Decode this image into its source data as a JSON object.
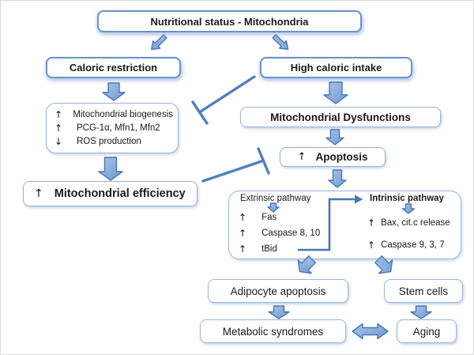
{
  "figure": {
    "root_label": "Nutritional status - Mitochondria",
    "left_branch": {
      "caloric_restriction": "Caloric restriction",
      "biogenesis_rows": [
        {
          "dir": "↑",
          "label": "Mitochondrial biogenesis"
        },
        {
          "dir": "↑",
          "label": "PCG-1α, Mfn1, Mfn2"
        },
        {
          "dir": "↓",
          "label": "ROS production"
        }
      ],
      "efficiency": {
        "dir": "↑",
        "label": "Mitochondrial efficiency"
      }
    },
    "right_branch": {
      "high_caloric_intake": "High caloric intake",
      "dysfunctions": "Mitochondrial Dysfunctions",
      "apoptosis": {
        "dir": "↑",
        "label": "Apoptosis"
      },
      "extrinsic": {
        "heading": "Extrinsic pathway",
        "rows": [
          {
            "dir": "↑",
            "label": "Fas"
          },
          {
            "dir": "↑",
            "label": "Caspase 8, 10"
          },
          {
            "dir": "↑",
            "label": "tBid"
          }
        ]
      },
      "intrinsic": {
        "heading": "Intrinsic pathway",
        "rows": [
          {
            "dir": "↑",
            "label": "Bax, cit.c release"
          },
          {
            "dir": "↑",
            "label": "Caspase 9, 3, 7"
          }
        ]
      }
    },
    "outcomes": {
      "adipocyte_apoptosis": "Adipocyte apoptosis",
      "stem_cells": "Stem cells",
      "metabolic_syndromes": "Metabolic syndromes",
      "aging": "Aging"
    },
    "colors": {
      "arrow_fill_light": "#a9c5ea",
      "arrow_fill_dark": "#6e9ad2",
      "arrow_stroke": "#4a77b5",
      "inhibitor_stroke": "#4f81bd",
      "box_border": "#9bb3d5",
      "box_border_strong": "#6a93cc"
    }
  }
}
